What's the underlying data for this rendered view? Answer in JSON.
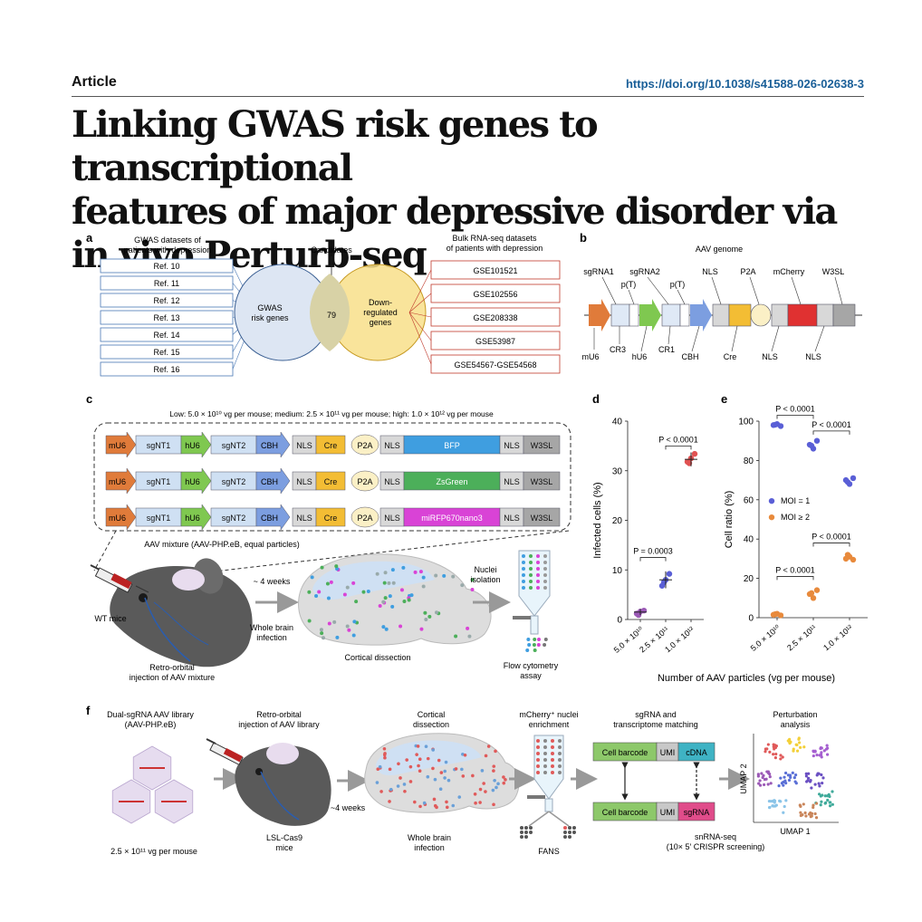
{
  "header": {
    "article_label": "Article",
    "doi": "https://doi.org/10.1038/s41588-026-02638-3"
  },
  "title_lines": [
    "Linking GWAS risk genes to transcriptional",
    "features of major depressive disorder via",
    "in vivo Perturb-seq"
  ],
  "panel_a": {
    "label": "a",
    "gwas_header": [
      "GWAS datasets of",
      "patients with depression"
    ],
    "gwas_refs": [
      "Ref. 10",
      "Ref. 11",
      "Ref. 12",
      "Ref. 13",
      "Ref. 14",
      "Ref. 15",
      "Ref. 16"
    ],
    "candidates_label": "Candidates",
    "venn_left": [
      "GWAS",
      "risk genes"
    ],
    "venn_center": "79",
    "venn_right": [
      "Down-",
      "regulated",
      "genes"
    ],
    "rnaseq_header": [
      "Bulk RNA-seq datasets",
      "of patients with depression"
    ],
    "rnaseq_sets": [
      "GSE101521",
      "GSE102556",
      "GSE208338",
      "GSE53987",
      "GSE54567-GSE54568"
    ],
    "colors": {
      "blue_box": "#4a78b5",
      "red_box": "#c0392b",
      "venn_left": "#dde6f3",
      "venn_right": "#f8df8a"
    }
  },
  "panel_b": {
    "label": "b",
    "title": "AAV genome",
    "top_labels": [
      "sgRNA1",
      "p(T)",
      "sgRNA2",
      "p(T)",
      "NLS",
      "P2A",
      "mCherry",
      "W3SL"
    ],
    "bottom_labels": [
      "mU6",
      "CR3",
      "hU6",
      "CR1",
      "CBH",
      "Cre",
      "NLS",
      "NLS"
    ]
  },
  "panel_c": {
    "label": "c",
    "dose_text": "Low: 5.0 × 10¹⁰ vg per mouse; medium: 2.5 × 10¹¹ vg per mouse; high: 1.0 × 10¹² vg per mouse",
    "constructs": [
      {
        "reporter": "BFP",
        "color": "#3f9ee0"
      },
      {
        "reporter": "ZsGreen",
        "color": "#4caf5a"
      },
      {
        "reporter": "miRFP670nano3",
        "color": "#d943d6"
      }
    ],
    "elements": {
      "mU6": "mU6",
      "sgNT1": "sgNT1",
      "hU6": "hU6",
      "sgNT2": "sgNT2",
      "CBH": "CBH",
      "NLS": "NLS",
      "Cre": "Cre",
      "P2A": "P2A",
      "W3SL": "W3SL"
    },
    "mixture_label": "AAV mixture (AAV-PHP.eB, equal particles)",
    "wt_mice": "WT mice",
    "injection": [
      "Retro-orbital",
      "injection of AAV mixture"
    ],
    "weeks": "~ 4 weeks",
    "whole_brain": [
      "Whole brain",
      "infection"
    ],
    "cortical": "Cortical dissection",
    "nuclei": [
      "Nuclei",
      "isolation"
    ],
    "flow": [
      "Flow cytometry",
      "assay"
    ]
  },
  "panel_d": {
    "label": "d"
  },
  "panel_e": {
    "label": "e"
  },
  "shared_xlabel": "Number of AAV particles (vg per mouse)",
  "chart_data": [
    {
      "type": "scatter",
      "panel": "d",
      "categories": [
        "5.0 × 10¹⁰",
        "2.5 × 10¹¹",
        "1.0 × 10¹²"
      ],
      "ylabel": "Infected cells (%)",
      "ylim": [
        0,
        40
      ],
      "yticks": [
        0,
        10,
        20,
        30,
        40
      ],
      "series": [
        {
          "color": "#9b59b6",
          "points": [
            1.2,
            1.6,
            1.8,
            0.9
          ],
          "cat": 0
        },
        {
          "color": "#5a5fd6",
          "points": [
            6.8,
            8.0,
            9.2,
            7.5
          ],
          "cat": 1
        },
        {
          "color": "#e05252",
          "points": [
            31.8,
            32.5,
            33.4,
            31.5
          ],
          "cat": 2
        }
      ],
      "means": [
        1.5,
        8.0,
        32.3
      ],
      "sd": [
        0.6,
        1.7,
        1.4
      ],
      "annotations": [
        {
          "text": "P < 0.0001",
          "from": 1,
          "to": 2,
          "y": 35
        },
        {
          "text": "P = 0.0003",
          "from": 0,
          "to": 1,
          "y": 12.5
        }
      ]
    },
    {
      "type": "scatter",
      "panel": "e",
      "categories": [
        "5.0 × 10¹⁰",
        "2.5 × 10¹¹",
        "1.0 × 10¹²"
      ],
      "ylabel": "Cell ratio (%)",
      "ylim": [
        0,
        100
      ],
      "yticks": [
        0,
        20,
        40,
        60,
        80,
        100
      ],
      "legend_position": "middle-left",
      "series": [
        {
          "name": "MOI = 1",
          "color": "#5a5fd6",
          "values": [
            [
              98,
              98.5,
              97.5,
              98.2
            ],
            [
              88,
              86,
              90,
              87.5
            ],
            [
              70,
              68,
              71,
              69
            ]
          ]
        },
        {
          "name": "MOI ≥ 2",
          "color": "#e88a3c",
          "values": [
            [
              1.5,
              2,
              1.2,
              1.8
            ],
            [
              12,
              10,
              14,
              12.5
            ],
            [
              30,
              31,
              29.5,
              32
            ]
          ]
        }
      ],
      "annotations": [
        {
          "text": "P < 0.0001",
          "from": 0,
          "to": 1,
          "y": 103
        },
        {
          "text": "P < 0.0001",
          "from": 1,
          "to": 2,
          "y": 95
        },
        {
          "text": "P < 0.0001",
          "from": 1,
          "to": 2,
          "y": 38
        },
        {
          "text": "P < 0.0001",
          "from": 0,
          "to": 1,
          "y": 21
        }
      ]
    }
  ],
  "panel_f": {
    "label": "f",
    "library": [
      "Dual-sgRNA AAV library",
      "(AAV-PHP.eB)"
    ],
    "dose": "2.5 × 10¹¹ vg per mouse",
    "injection": [
      "Retro-orbital",
      "injection of AAV library"
    ],
    "mice": [
      "LSL-Cas9",
      "mice"
    ],
    "weeks": "~4 weeks",
    "cortical": [
      "Cortical",
      "dissection"
    ],
    "whole_brain": [
      "Whole brain",
      "infection"
    ],
    "enrichment": [
      "mCherry⁺ nuclei",
      "enrichment"
    ],
    "fans": "FANS",
    "matching": [
      "sgRNA and",
      "transcriptome matching"
    ],
    "cell_barcode": "Cell barcode",
    "umi": "UMI",
    "cdna": "cDNA",
    "sgrna": "sgRNA",
    "snrna": [
      "snRNA-seq",
      "(10× 5′ CRISPR screening)"
    ],
    "perturbation": [
      "Perturbation",
      "analysis"
    ],
    "umap1": "UMAP 1",
    "umap2": "UMAP 2"
  }
}
